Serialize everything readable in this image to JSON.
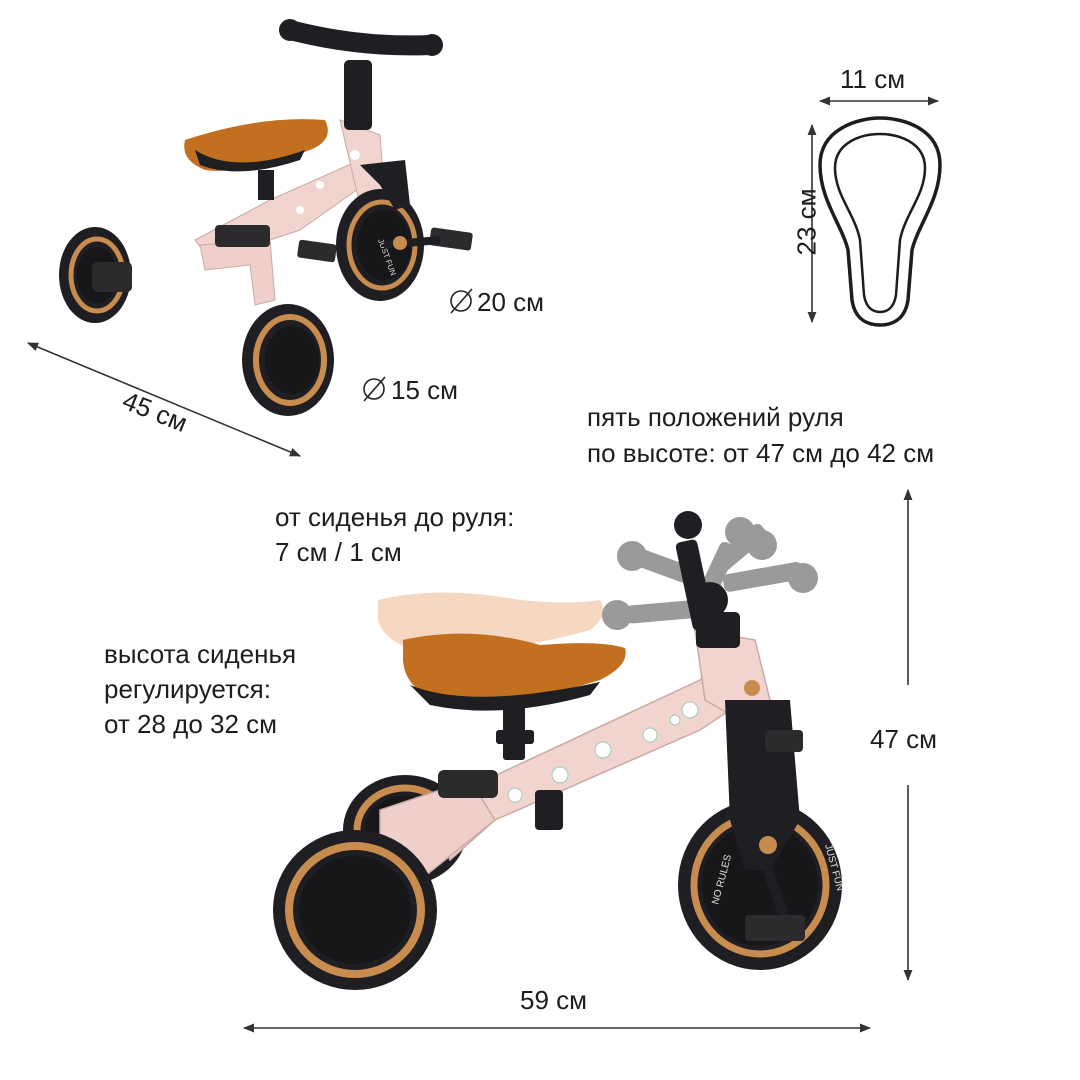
{
  "labels": {
    "seat_width": "11 см",
    "seat_length": "23 см",
    "front_wheel": "20 см",
    "rear_wheel": "15 см",
    "body_length_top": "45 см",
    "handlebar_positions_line1": "пять положений руля",
    "handlebar_positions_line2": "по высоте: от 47 см до 42 см",
    "seat_to_bar_line1": "от сиденья до руля:",
    "seat_to_bar_line2": "7 см / 1 см",
    "seat_height_line1": "высота сиденья",
    "seat_height_line2": "регулируется:",
    "seat_height_line3": "от 28 до 32 см",
    "height_total": "47 см",
    "length_bottom": "59 см"
  },
  "wheel_prints": {
    "left": "NO RULES",
    "right": "JUST FUN",
    "small": "JUST FUN"
  },
  "diameter_symbol": "∅",
  "colors": {
    "frame_pink": "#f2d4cf",
    "seat_brown": "#c2701f",
    "seat_ghost": "#f6d7c2",
    "wheel_black": "#1f1f23",
    "wheel_rim": "#c98c4f",
    "handle_ghost": "#9a9a9a",
    "line": "#333333"
  }
}
